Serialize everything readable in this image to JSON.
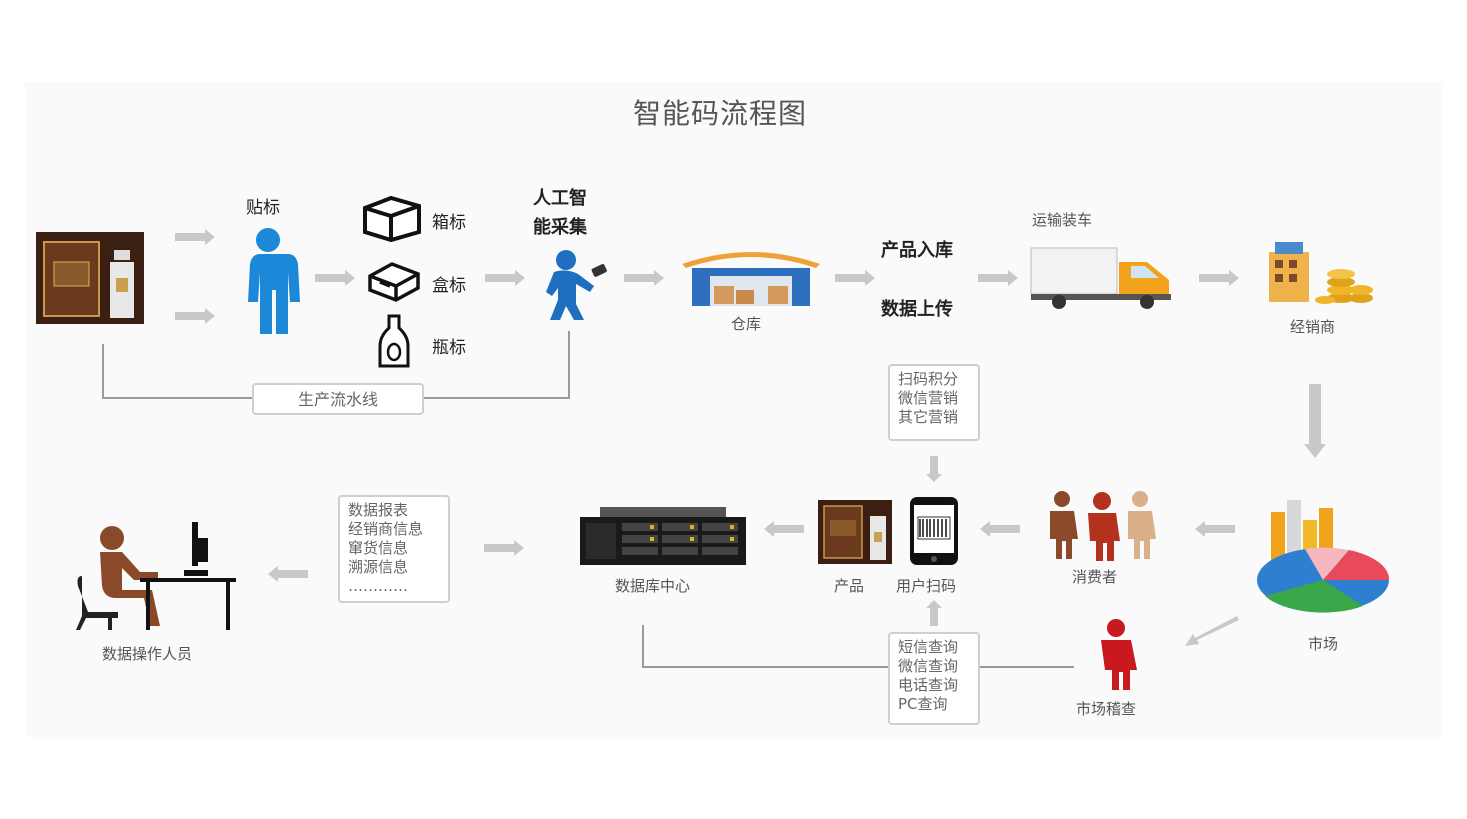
{
  "title": "智能码流程图",
  "production": {
    "label_step": "贴标",
    "box_label": "箱标",
    "case_label": "盒标",
    "bottle_label": "瓶标",
    "ai_line1": "人工智",
    "ai_line2": "能采集",
    "line_label": "生产流水线"
  },
  "warehouse": {
    "label": "仓库"
  },
  "upload": {
    "line1": "产品入库",
    "line2": "数据上传"
  },
  "transport": {
    "label": "运输装车"
  },
  "distributor": {
    "label": "经销商"
  },
  "market": {
    "label": "市场"
  },
  "consumer": {
    "label": "消费者"
  },
  "inspection": {
    "label": "市场稽查"
  },
  "scan": {
    "label": "用户扫码"
  },
  "product": {
    "label": "产品"
  },
  "database": {
    "label": "数据库中心"
  },
  "operator": {
    "label": "数据操作人员"
  },
  "marketing_box": [
    "扫码积分",
    "微信营销",
    "其它营销"
  ],
  "query_box": [
    "短信查询",
    "微信查询",
    "电话查询",
    "PC查询"
  ],
  "report_box": [
    "数据报表",
    "经销商信息",
    "窜货信息",
    "溯源信息",
    "…………"
  ],
  "colors": {
    "arrow": "#c8c8c8",
    "person_blue": "#1e88d8",
    "roof": "#f0a23a",
    "wall": "#2f6fc0",
    "truck": "#f3a21c"
  }
}
